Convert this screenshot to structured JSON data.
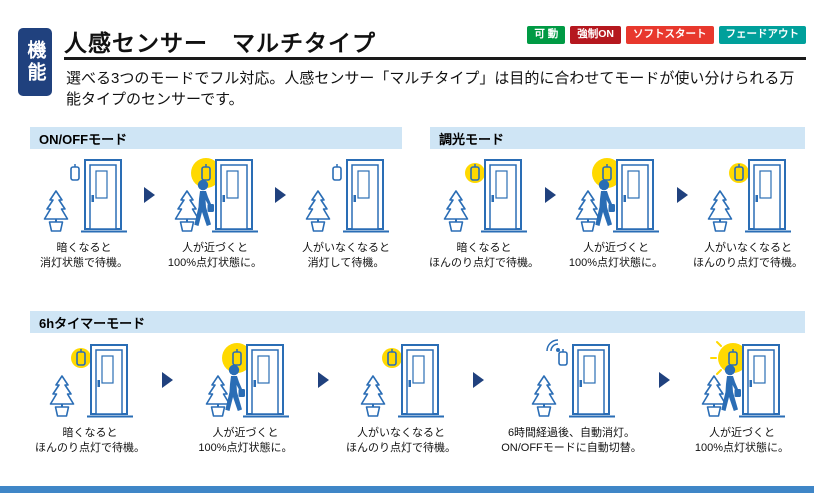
{
  "page": {
    "tab_label": "機能",
    "title": "人感センサー　マルチタイプ",
    "description": "選べる3つのモードでフル対応。人感センサー「マルチタイプ」は目的に合わせてモードが使い分けられる万能タイプのセンサーです。"
  },
  "badges": [
    {
      "label": "可 動",
      "color": "#009a44"
    },
    {
      "label": "強制ON",
      "color": "#b5171e"
    },
    {
      "label": "ソフトスタート",
      "color": "#e8382d"
    },
    {
      "label": "フェードアウト",
      "color": "#00a09b"
    }
  ],
  "colors": {
    "line_blue": "#2a6db5",
    "glow_yellow": "#ffd900",
    "accent_navy": "#20417e",
    "section_bar_bg": "#cfe5f5",
    "bottom_bar": "#3f86c7"
  },
  "sections": [
    {
      "title": "ON/OFFモード",
      "steps": [
        {
          "caption": "暗くなると\n消灯状態で待機。",
          "scene": {
            "light": "off",
            "person": false,
            "signal": false,
            "rays": false
          }
        },
        {
          "caption": "人が近づくと\n100%点灯状態に。",
          "scene": {
            "light": "on",
            "person": true,
            "signal": false,
            "rays": false
          }
        },
        {
          "caption": "人がいなくなると\n消灯して待機。",
          "scene": {
            "light": "off",
            "person": false,
            "signal": false,
            "rays": false
          }
        }
      ]
    },
    {
      "title": "調光モード",
      "steps": [
        {
          "caption": "暗くなると\nほんのり点灯で待機。",
          "scene": {
            "light": "dim",
            "person": false,
            "signal": false,
            "rays": false
          }
        },
        {
          "caption": "人が近づくと\n100%点灯状態に。",
          "scene": {
            "light": "on",
            "person": true,
            "signal": false,
            "rays": false
          }
        },
        {
          "caption": "人がいなくなると\nほんのり点灯で待機。",
          "scene": {
            "light": "dim",
            "person": false,
            "signal": false,
            "rays": false
          }
        }
      ]
    },
    {
      "title": "6hタイマーモード",
      "steps": [
        {
          "caption": "暗くなると\nほんのり点灯で待機。",
          "scene": {
            "light": "dim",
            "person": false,
            "signal": false,
            "rays": false
          }
        },
        {
          "caption": "人が近づくと\n100%点灯状態に。",
          "scene": {
            "light": "on",
            "person": true,
            "signal": false,
            "rays": false
          }
        },
        {
          "caption": "人がいなくなると\nほんのり点灯で待機。",
          "scene": {
            "light": "dim",
            "person": false,
            "signal": false,
            "rays": false
          }
        },
        {
          "caption": "6時間経過後、自動消灯。\nON/OFFモードに自動切替。",
          "scene": {
            "light": "off",
            "person": false,
            "signal": true,
            "rays": false
          }
        },
        {
          "caption": "人が近づくと\n100%点灯状態に。",
          "scene": {
            "light": "on",
            "person": true,
            "signal": false,
            "rays": true
          }
        }
      ]
    }
  ]
}
